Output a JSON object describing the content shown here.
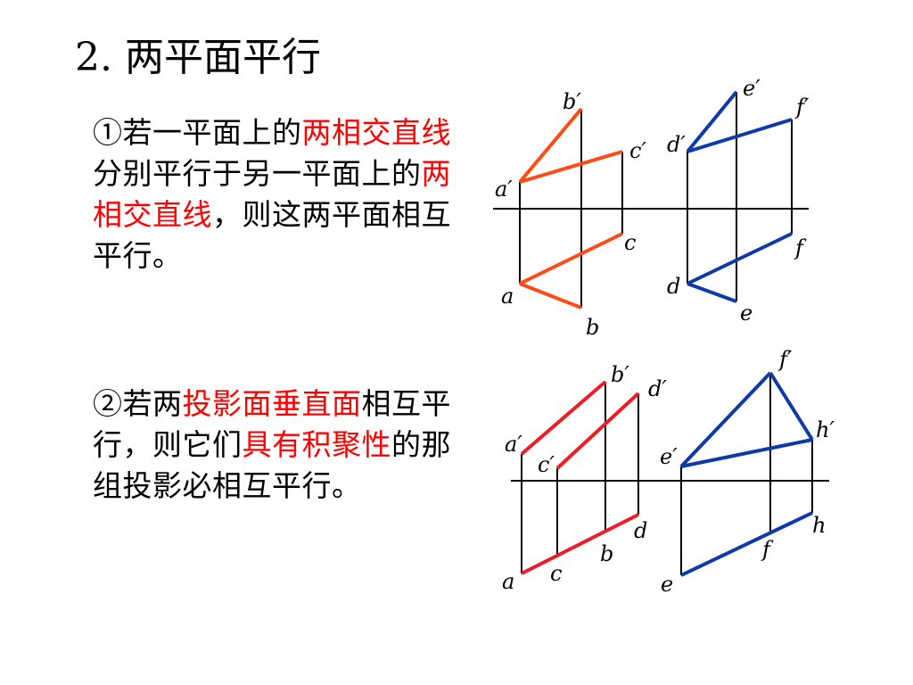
{
  "title": "2. 两平面平行",
  "rule1": {
    "p1": "①若一平面上的",
    "r1": "两相交直线",
    "p2": "分别平行于另一平面上的",
    "r2": "两相交直线",
    "p3": "，则这两平面相互平行。"
  },
  "rule2": {
    "p1": "②若两",
    "r1": "投影面垂直面",
    "p2": "相互平行，则它们",
    "r2": "具有积聚性",
    "p3": "的那组投影必相互平行。"
  },
  "figure1": {
    "labels": {
      "a_p": "a′",
      "b_p": "b′",
      "c_p": "c′",
      "d_p": "d′",
      "e_p": "e′",
      "f_p": "f′",
      "a": "a",
      "b": "b",
      "c": "c",
      "d": "d",
      "e": "e",
      "f": "f"
    }
  },
  "figure2": {
    "labels": {
      "a_p": "a′",
      "b_p": "b′",
      "c_p": "c′",
      "d_p": "d′",
      "e_p": "e′",
      "f_p": "f′",
      "h_p": "h′",
      "a": "a",
      "b": "b",
      "c": "c",
      "d": "d",
      "e": "e",
      "f": "f",
      "h": "h"
    }
  },
  "colors": {
    "orange": "#ff4b14",
    "red": "#ee1c25",
    "blue": "#0d3aa8",
    "black": "#000000"
  }
}
